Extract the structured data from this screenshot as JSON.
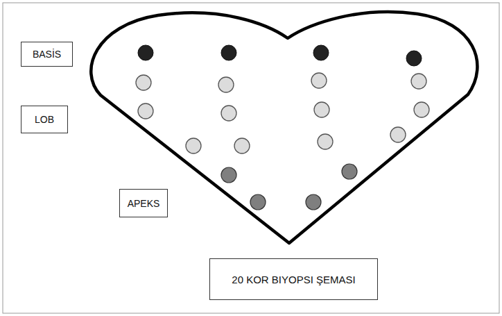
{
  "diagram": {
    "nodes": [
      {
        "text": [
          "BASİS"
        ]
      },
      {
        "text": [
          "LOB"
        ]
      },
      {
        "text": [
          "APEKS"
        ]
      },
      {
        "text": [
          "20 KOR BIYOPSI ŞEMASI"
        ]
      }
    ]
  }
}
